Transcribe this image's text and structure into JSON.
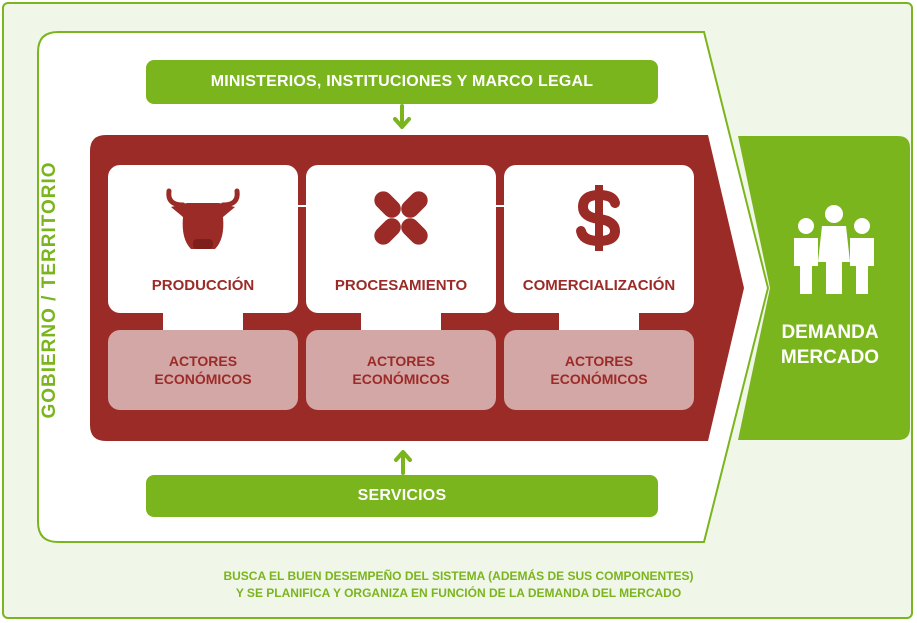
{
  "top_bar": {
    "label": "MINISTERIOS, INSTITUCIONES Y MARCO LEGAL"
  },
  "bottom_bar": {
    "label": "SERVICIOS"
  },
  "side_label": "GOBIERNO / TERRITORIO",
  "stages": [
    {
      "label": "PRODUCCIÓN",
      "icon": "cow-head-icon"
    },
    {
      "label": "PROCESAMIENTO",
      "icon": "fan-icon"
    },
    {
      "label": "COMERCIALIZACIÓN",
      "icon": "dollar-icon"
    }
  ],
  "actors": [
    {
      "line1": "ACTORES",
      "line2": "ECONÓMICOS"
    },
    {
      "line1": "ACTORES",
      "line2": "ECONÓMICOS"
    },
    {
      "line1": "ACTORES",
      "line2": "ECONÓMICOS"
    }
  ],
  "demand": {
    "line1": "DEMANDA",
    "line2": "MERCADO",
    "icon": "people-group-icon"
  },
  "footnote": {
    "line1": "BUSCA EL BUEN DESEMPEÑO DEL SISTEMA (ADEMÁS DE SUS COMPONENTES)",
    "line2": "Y SE PLANIFICA Y ORGANIZA EN FUNCIÓN DE LA DEMANDA DEL MERCADO"
  },
  "colors": {
    "green": "#7ab51d",
    "light_green_bg": "#f0f6e8",
    "dark_red": "#9b2b27",
    "pink": "#d4a7a7"
  }
}
